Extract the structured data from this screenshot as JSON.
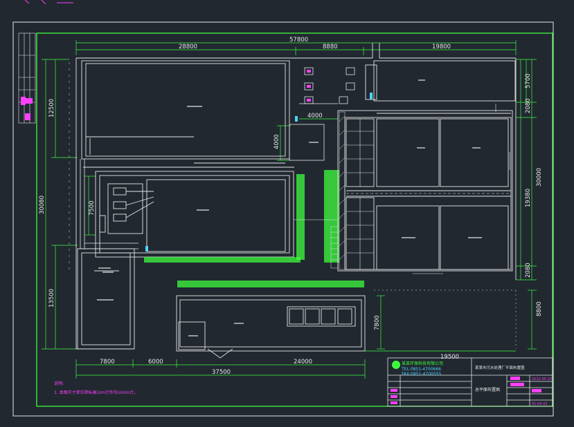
{
  "dimensions": {
    "top_total": "57800",
    "top_a": "28800",
    "top_b": "8880",
    "top_c": "19800",
    "left_total": "30080",
    "left_a": "12500",
    "left_b": "13500",
    "left_c": "7500",
    "inner_a": "4000",
    "inner_b": "4000",
    "right_a": "5700",
    "right_b": "2080",
    "right_c": "30000",
    "right_d": "19380",
    "right_e": "2080",
    "right_f": "8800",
    "mid_h": "7800",
    "bottom_right": "19500",
    "bottom_a": "7800",
    "bottom_b": "6000",
    "bottom_c": "24000",
    "bottom_total": "37500"
  },
  "notes": {
    "title": "说明:",
    "line1": "1. 本图尺寸单位除标高以m计外均以mm计。"
  },
  "title_block": {
    "company": "某某环保科技有限公司",
    "tel": "TEL:0851-4700666",
    "fax": "FAX:0851-4700555",
    "project": "某某市污水处理厂平面布置图",
    "drawing": "总平面布置图",
    "date1": "2012-05-10",
    "date2": "01-03-01"
  },
  "colors": {
    "background": "#212830",
    "frame": "#3dfc3d",
    "lines": "#e8e8e8",
    "dimension": "#d8d84a",
    "highlight": "#ff40ff",
    "accent": "#4fd3ff"
  }
}
